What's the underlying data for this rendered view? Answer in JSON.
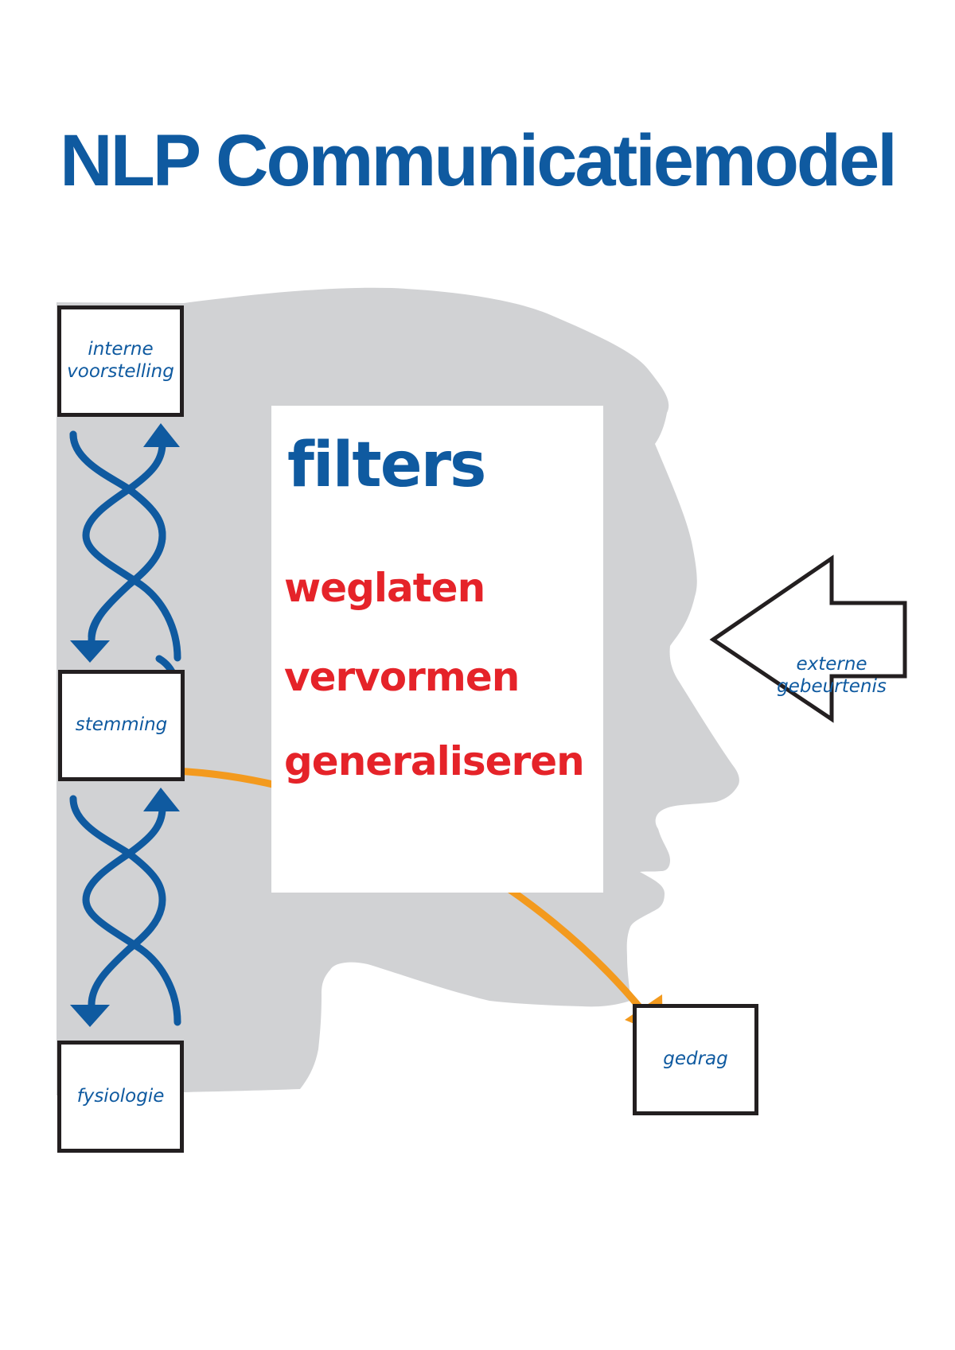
{
  "title": "NLP Communicatiemodel",
  "filters": {
    "heading": "filters",
    "items": [
      "weglaten",
      "vervormen",
      "generaliseren"
    ]
  },
  "boxes": {
    "internal": "interne voorstelling",
    "mood": "stemming",
    "physiology": "fysiologie",
    "behavior": "gedrag"
  },
  "external_event": "externe gebeurtenis",
  "colors": {
    "blue": "#0f5aa0",
    "red": "#e52329",
    "orange": "#f39a1e",
    "head": "#d1d2d4"
  }
}
